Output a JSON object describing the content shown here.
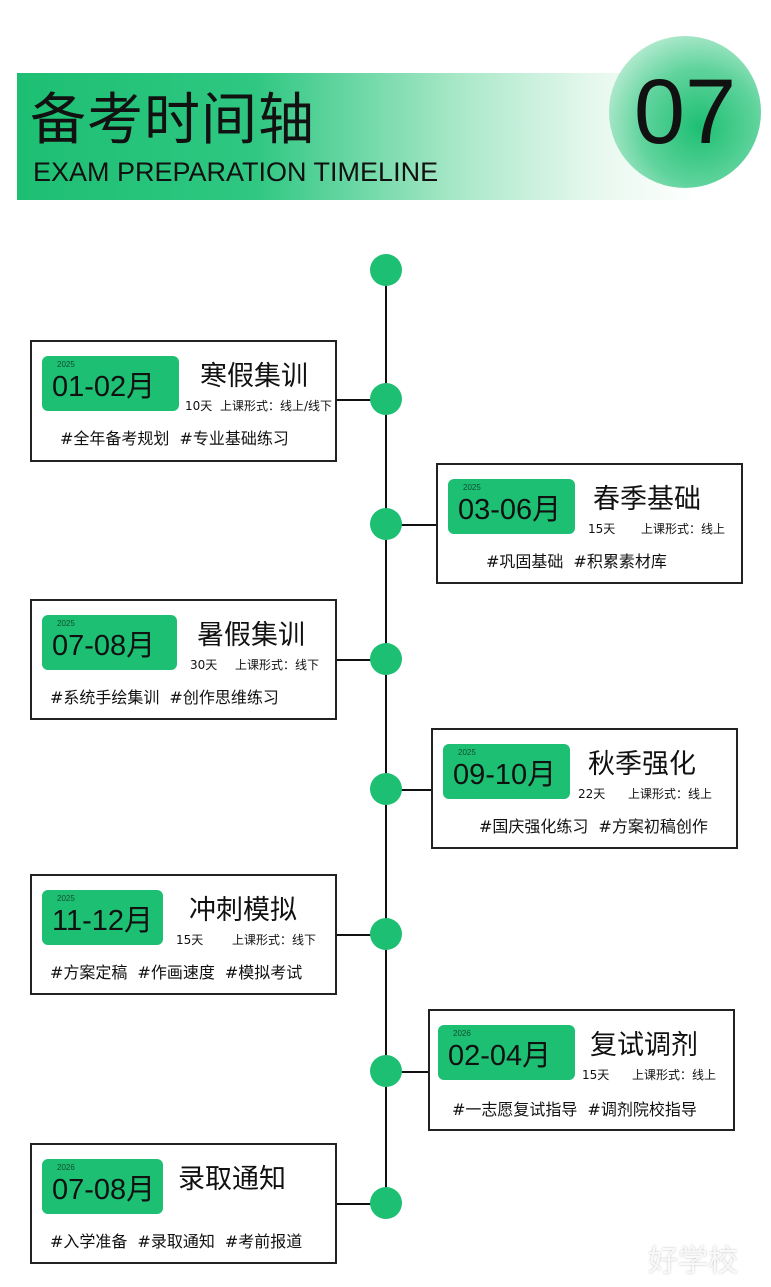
{
  "header": {
    "title": "备考时间轴",
    "subtitle": "EXAM PREPARATION TIMELINE",
    "section_number": "07"
  },
  "colors": {
    "accent": "#1dbf73",
    "line": "#111111"
  },
  "phases": [
    {
      "year": "2025",
      "range": "01-02月",
      "title": "寒假集训",
      "days": "10天",
      "mode": "上课形式：线上/线下",
      "tags": [
        "#全年备考规划",
        "#专业基础练习"
      ]
    },
    {
      "year": "2025",
      "range": "03-06月",
      "title": "春季基础",
      "days": "15天",
      "mode": "上课形式：线上",
      "tags": [
        "#巩固基础",
        "#积累素材库"
      ]
    },
    {
      "year": "2025",
      "range": "07-08月",
      "title": "暑假集训",
      "days": "30天",
      "mode": "上课形式：线下",
      "tags": [
        "#系统手绘集训",
        "#创作思维练习"
      ]
    },
    {
      "year": "2025",
      "range": "09-10月",
      "title": "秋季强化",
      "days": "22天",
      "mode": "上课形式：线上",
      "tags": [
        "#国庆强化练习",
        "#方案初稿创作"
      ]
    },
    {
      "year": "2025",
      "range": "11-12月",
      "title": "冲刺模拟",
      "days": "15天",
      "mode": "上课形式：线下",
      "tags": [
        "#方案定稿",
        "#作画速度",
        "#模拟考试"
      ]
    },
    {
      "year": "2026",
      "range": "02-04月",
      "title": "复试调剂",
      "days": "15天",
      "mode": "上课形式：线上",
      "tags": [
        "#一志愿复试指导",
        "#调剂院校指导"
      ]
    },
    {
      "year": "2026",
      "range": "07-08月",
      "title": "录取通知",
      "days": "",
      "mode": "",
      "tags": [
        "#入学准备",
        "#录取通知",
        "#考前报道"
      ]
    }
  ],
  "watermark": "好学校"
}
